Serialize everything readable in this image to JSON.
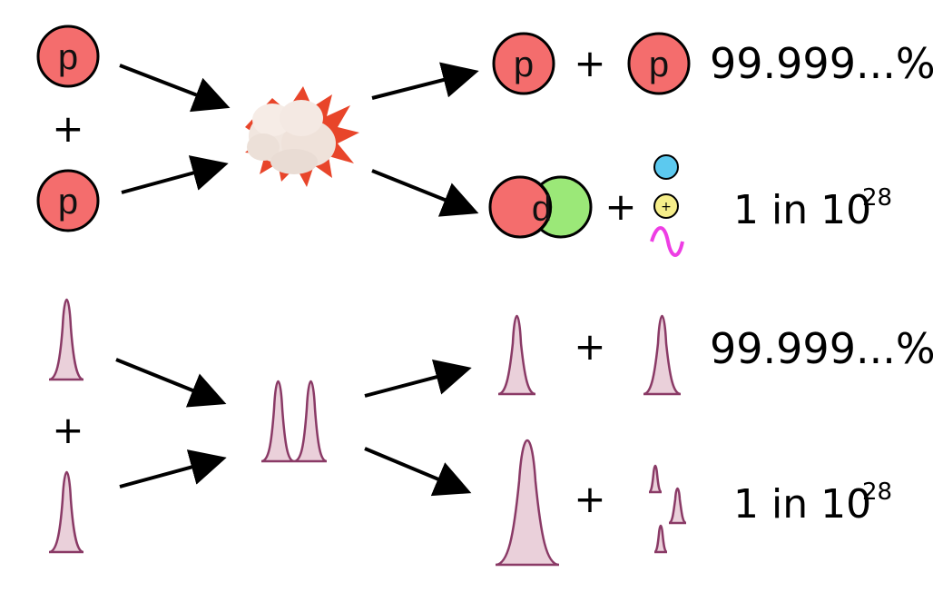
{
  "top_row": {
    "proton_label": "p",
    "deuteron_label": "d",
    "plus": "+",
    "positron_symbol": "+",
    "result_common": "99.999...%",
    "result_rare_prefix": "1 in 10",
    "result_rare_exponent": "28"
  },
  "bottom_row": {
    "plus": "+",
    "result_common": "99.999...%",
    "result_rare_prefix": "1 in 10",
    "result_rare_exponent": "28"
  },
  "colors": {
    "proton": "#f46d6d",
    "deuteron_neutron": "#9be878",
    "positron": "#f6ee8a",
    "neutrino_dot": "#5cc9ef",
    "photon_wave": "#ee3ee4",
    "wavepacket_fill": "#ead0da",
    "wavepacket_stroke": "#8a3a66",
    "arrow": "#000000",
    "explosion": "#e8452a"
  },
  "icons": {
    "collision": "explosion-cloud-icon",
    "photon": "wavy-line-icon"
  }
}
